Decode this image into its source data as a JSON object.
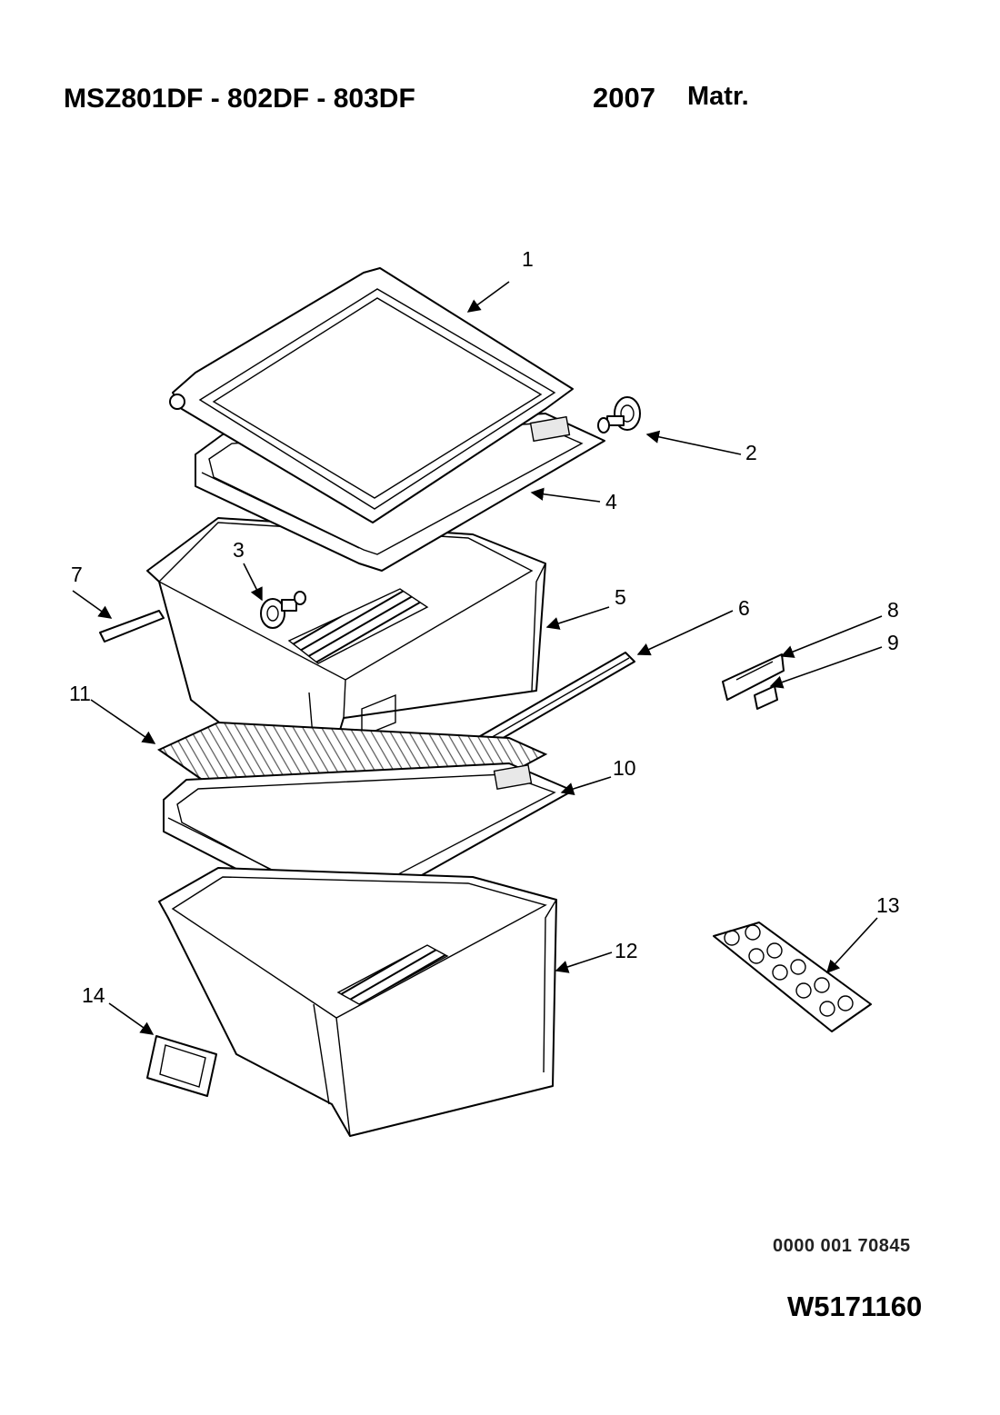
{
  "header": {
    "model": "MSZ801DF - 802DF - 803DF",
    "year": "2007",
    "matr": "Matr."
  },
  "footer": {
    "code": "0000 001 70845",
    "part_number": "W5171160"
  },
  "callouts": {
    "c1": "1",
    "c2": "2",
    "c3": "3",
    "c4": "4",
    "c5": "5",
    "c6": "6",
    "c7": "7",
    "c8": "8",
    "c9": "9",
    "c10": "10",
    "c11": "11",
    "c12": "12",
    "c13": "13",
    "c14": "14"
  }
}
